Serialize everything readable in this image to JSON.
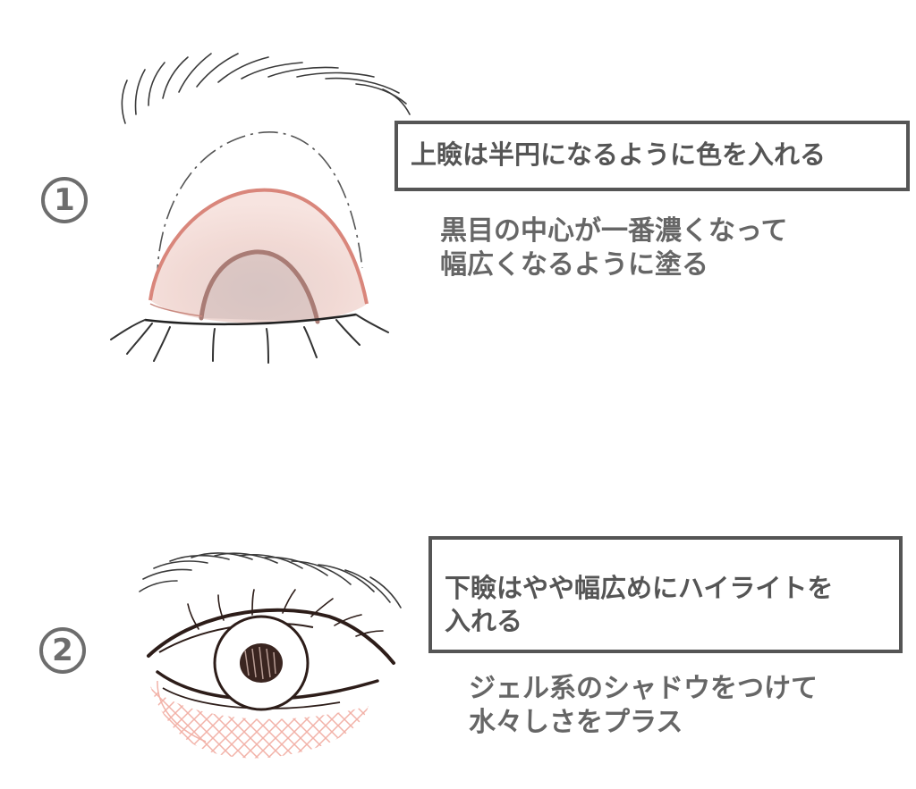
{
  "colors": {
    "box_border": "#555555",
    "box_text": "#555555",
    "note_text": "#666666",
    "eyeshadow_outline": "#d9867b",
    "eyeshadow_fill": "#f4d6d0",
    "eyeshadow_inner": "#a97c75",
    "pupil": "#3a2520",
    "lower_lid_highlight": "#f2b2a8",
    "line_art": "#2d1d19"
  },
  "steps": [
    {
      "number": "1",
      "box_lines": [
        "上瞼は半円になるように色を入れる"
      ],
      "note_lines": [
        "黒目の中心が一番濃くなって",
        "幅広くなるように塗る"
      ]
    },
    {
      "number": "2",
      "box_lines": [
        "下瞼はやや幅広めにハイライトを",
        "入れる"
      ],
      "note_lines": [
        "ジェル系のシャドウをつけて",
        "水々しさをプラス"
      ]
    }
  ]
}
